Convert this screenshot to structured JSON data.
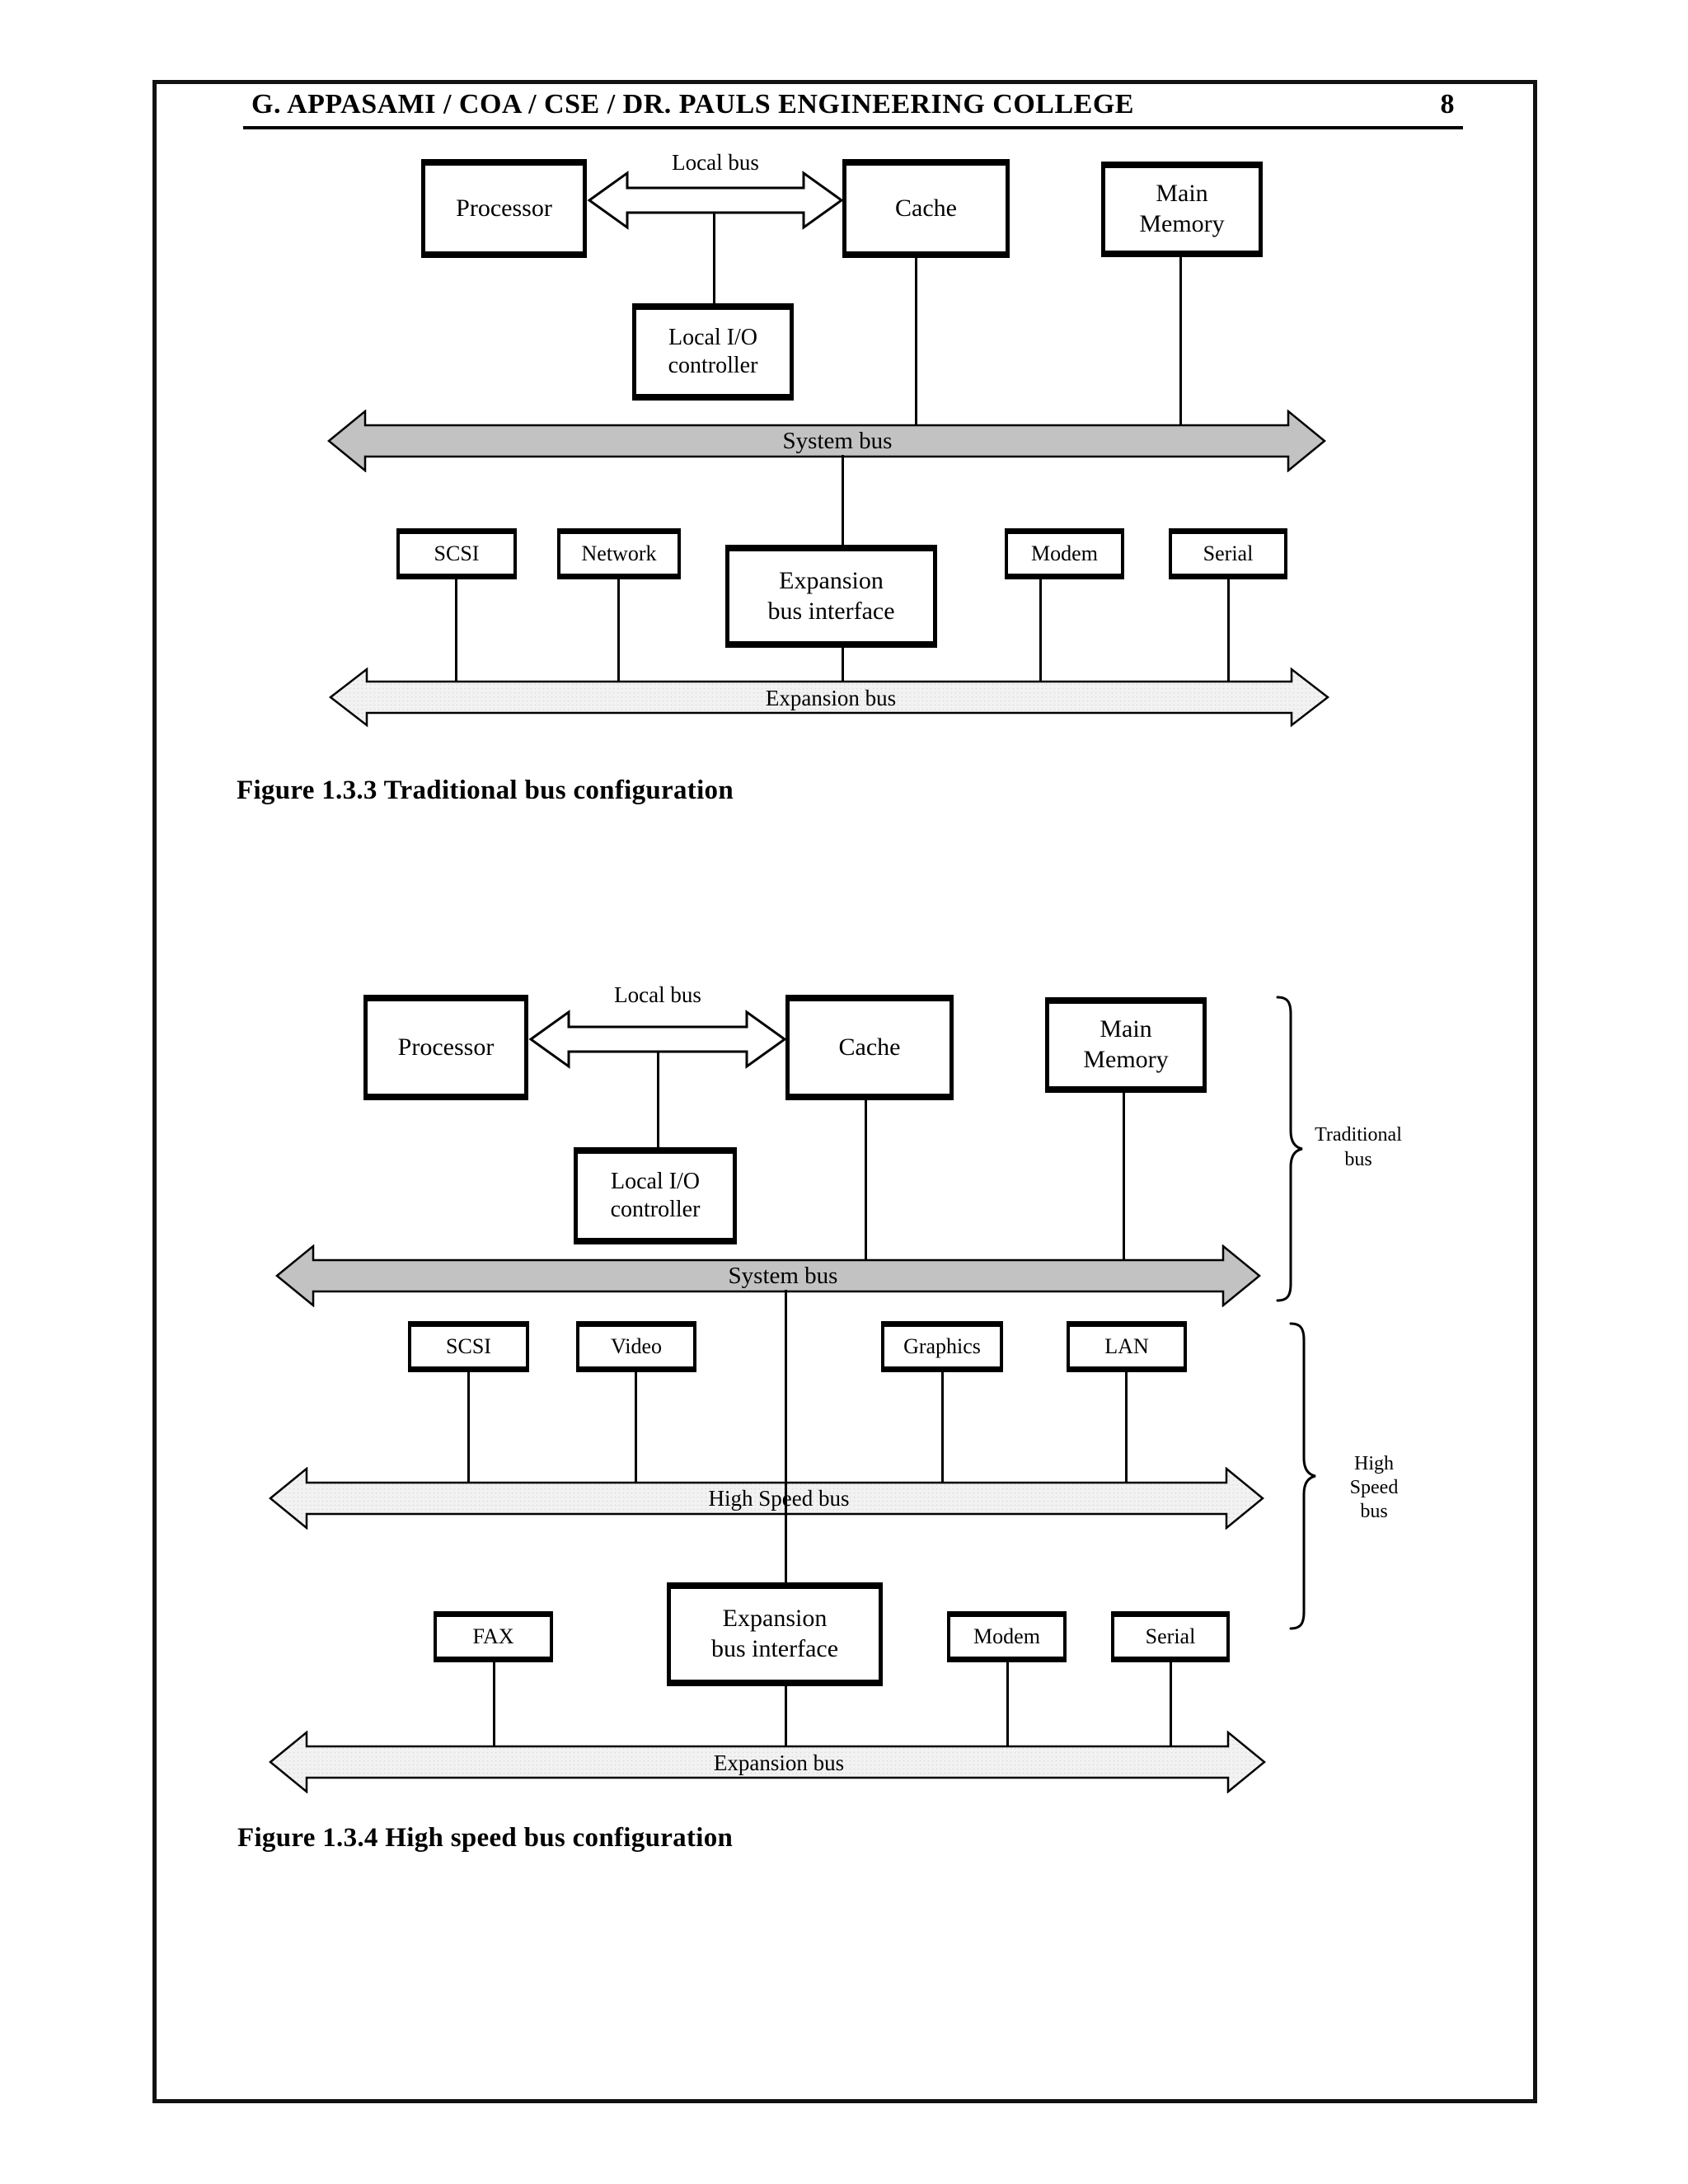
{
  "page": {
    "header_title": "G. APPASAMI / COA / CSE / DR. PAULS ENGINEERING COLLEGE",
    "page_number": "8"
  },
  "figure1": {
    "caption": "Figure 1.3.3 Traditional bus configuration",
    "local_bus_label": "Local bus",
    "system_bus_label": "System bus",
    "expansion_bus_label": "Expansion bus",
    "processor": "Processor",
    "cache": "Cache",
    "main_memory_line1": "Main",
    "main_memory_line2": "Memory",
    "lio_line1": "Local I/O",
    "lio_line2": "controller",
    "scsi": "SCSI",
    "network": "Network",
    "ebi_line1": "Expansion",
    "ebi_line2": "bus interface",
    "modem": "Modem",
    "serial": "Serial"
  },
  "figure2": {
    "caption": "Figure 1.3.4 High speed bus configuration",
    "local_bus_label": "Local bus",
    "system_bus_label": "System bus",
    "high_speed_bus_label": "High Speed bus",
    "expansion_bus_label": "Expansion bus",
    "processor": "Processor",
    "cache": "Cache",
    "main_memory_line1": "Main",
    "main_memory_line2": "Memory",
    "lio_line1": "Local I/O",
    "lio_line2": "controller",
    "scsi": "SCSI",
    "video": "Video",
    "graphics": "Graphics",
    "lan": "LAN",
    "fax": "FAX",
    "ebi_line1": "Expansion",
    "ebi_line2": "bus interface",
    "modem": "Modem",
    "serial": "Serial",
    "brace1_line1": "Traditional",
    "brace1_line2": "bus",
    "brace2_line1": "High",
    "brace2_line2": "Speed",
    "brace2_line3": "bus"
  },
  "colors": {
    "system_bus_fill": "#c2c2c2",
    "light_bus_fill": "#f2f2f2",
    "ink": "#000000"
  }
}
